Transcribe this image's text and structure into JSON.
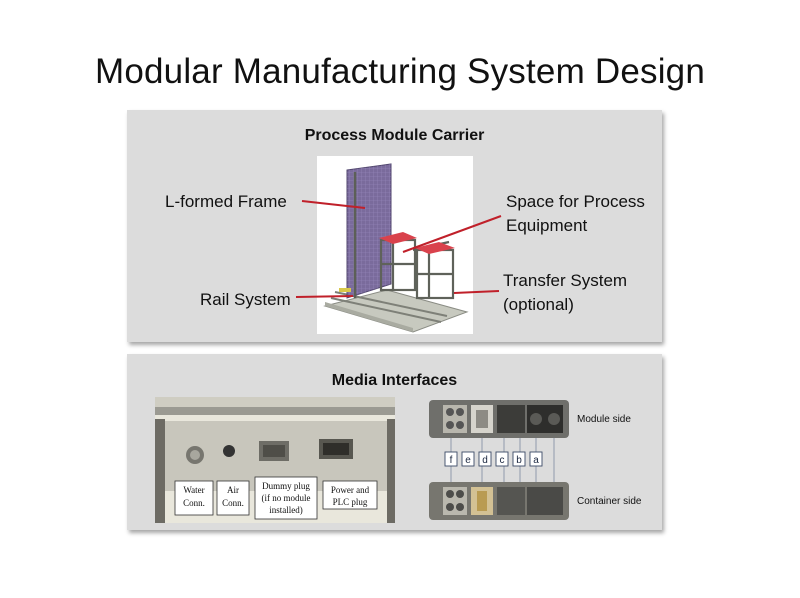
{
  "title": "Modular Manufacturing System Design",
  "carrier": {
    "heading": "Process Module Carrier",
    "labels": {
      "frame": "L-formed Frame",
      "rail": "Rail System",
      "space_line1": "Space for Process",
      "space_line2": "Equipment",
      "transfer_line1": "Transfer System",
      "transfer_line2": "(optional)"
    },
    "callout_color": "#c0202a"
  },
  "media": {
    "heading": "Media Interfaces",
    "photo_labels": {
      "water_line1": "Water",
      "water_line2": "Conn.",
      "air_line1": "Air",
      "air_line2": "Conn.",
      "dummy_line1": "Dummy plug",
      "dummy_line2": "(if no module",
      "dummy_line3": "installed)",
      "power_line1": "Power and",
      "power_line2": "PLC plug"
    },
    "connector_letters": [
      "f",
      "e",
      "d",
      "c",
      "b",
      "a"
    ],
    "module_side": "Module side",
    "container_side": "Container side"
  }
}
